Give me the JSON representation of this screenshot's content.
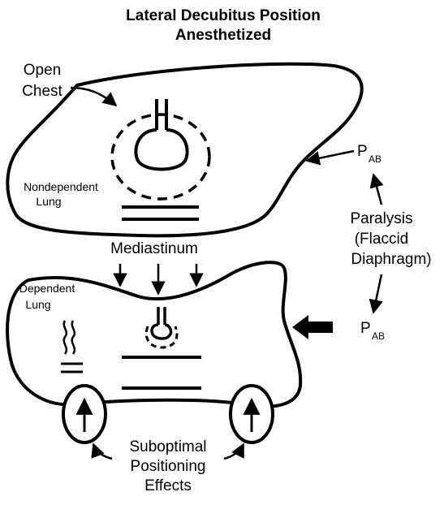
{
  "title": {
    "line1": "Lateral Decubitus Position",
    "line2": "Anesthetized"
  },
  "labels": {
    "open_chest_1": "Open",
    "open_chest_2": "Chest",
    "nondependent_1": "Nondependent",
    "nondependent_2": "Lung",
    "dependent_1": "Dependent",
    "dependent_2": "Lung",
    "mediastinum": "Mediastinum",
    "paralysis_1": "Paralysis",
    "paralysis_2": "(Flaccid",
    "paralysis_3": "Diaphragm)",
    "suboptimal_1": "Suboptimal",
    "suboptimal_2": "Positioning",
    "suboptimal_3": "Effects",
    "pab_main": "P",
    "pab_sub": "AB"
  }
}
